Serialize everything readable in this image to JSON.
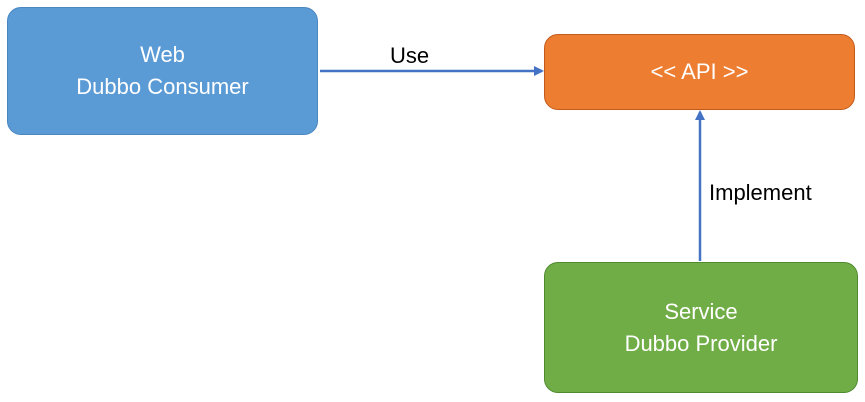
{
  "colors": {
    "consumer_fill": "#5b9bd5",
    "api_fill": "#ed7d31",
    "provider_fill": "#70ad47",
    "arrow": "#4472c4"
  },
  "nodes": {
    "consumer": {
      "line1": "Web",
      "line2": "Dubbo Consumer"
    },
    "api": {
      "label": "<< API >>"
    },
    "provider": {
      "line1": "Service",
      "line2": "Dubbo Provider"
    }
  },
  "edges": {
    "use": {
      "label": "Use",
      "from": "consumer",
      "to": "api"
    },
    "implement": {
      "label": "Implement",
      "from": "provider",
      "to": "api"
    }
  }
}
